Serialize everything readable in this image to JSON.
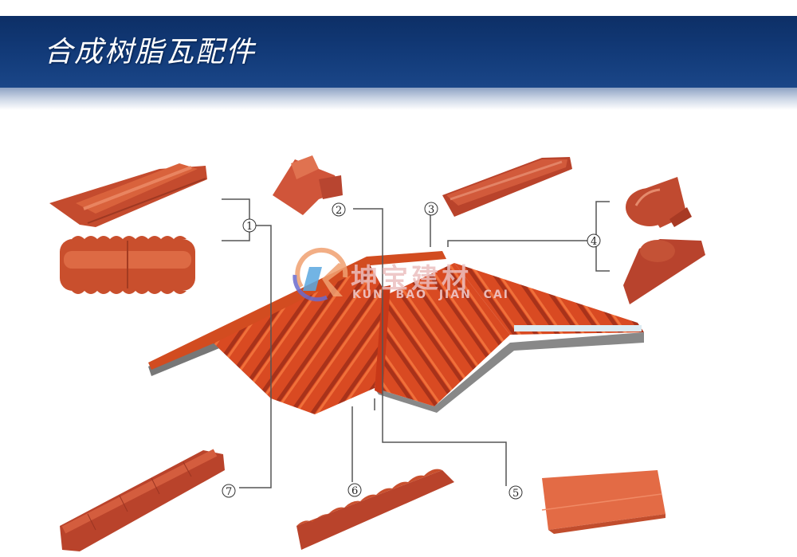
{
  "header": {
    "title": "合成树脂瓦配件",
    "background": "#123a78"
  },
  "watermark": {
    "chinese": "坤宝建材",
    "english": "KUN BAO JIAN CAI",
    "logo_icon": "kb-logo-icon"
  },
  "labels": [
    {
      "id": "1",
      "text": "①"
    },
    {
      "id": "2",
      "text": "②"
    },
    {
      "id": "3",
      "text": "③"
    },
    {
      "id": "4",
      "text": "④"
    },
    {
      "id": "5",
      "text": "⑤"
    },
    {
      "id": "6",
      "text": "⑥"
    },
    {
      "id": "7",
      "text": "⑦"
    }
  ],
  "colors": {
    "tile": "#c8492c",
    "tile_dark": "#a8391f",
    "tile_light": "#e0622f",
    "gray_edge": "#808080",
    "line": "#555555"
  }
}
